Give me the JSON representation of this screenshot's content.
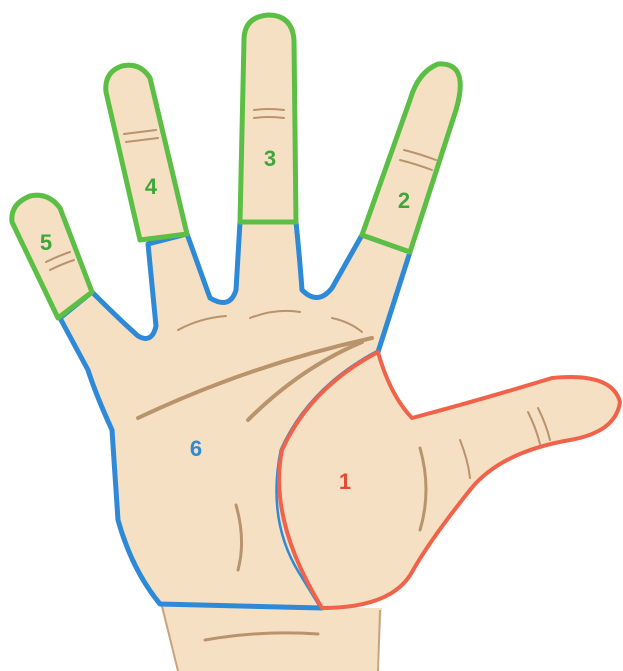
{
  "colors": {
    "skin": "#F5E0C4",
    "skin_outline": "#C7A47F",
    "crease": "#B9936C",
    "finger_outline": "#5CBF45",
    "palm_outline": "#2E89D6",
    "thumb_outline": "#F0634A",
    "finger_label": "#3FA63A",
    "palm_label": "#2E89D6",
    "thumb_label": "#E14B38"
  },
  "labels": {
    "finger_index": "2",
    "finger_middle": "3",
    "finger_ring": "4",
    "finger_little": "5",
    "thenar": "1",
    "palm": "6"
  }
}
